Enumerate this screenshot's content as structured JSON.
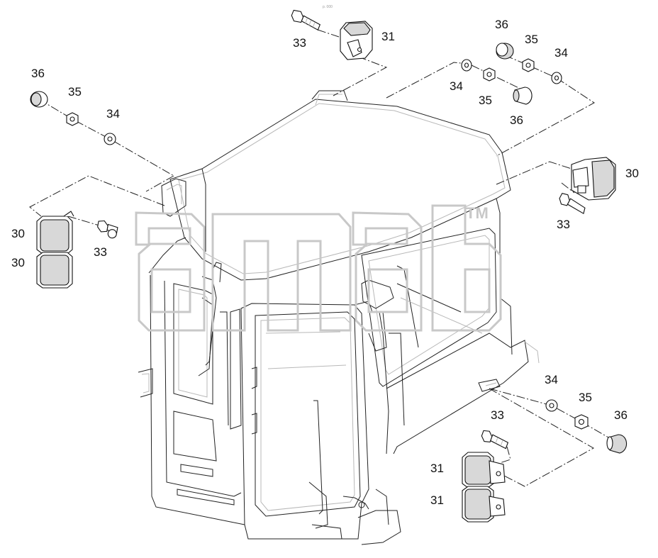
{
  "corner_mark": "p. 000",
  "watermark": {
    "logo_text": "ama",
    "trademark": "TM"
  },
  "labels": {
    "l31_top": "31",
    "l33_top": "33",
    "l36_tr": "36",
    "l35_tr": "35",
    "l34_tr": "34",
    "l34_mid": "34",
    "l35_mid": "35",
    "l36_mid": "36",
    "l36_tl": "36",
    "l35_tl": "35",
    "l34_tl": "34",
    "l30_right": "30",
    "l33_right": "33",
    "l30_left_a": "30",
    "l30_left_b": "30",
    "l33_left": "33",
    "l34_br": "34",
    "l35_br": "35",
    "l36_br": "36",
    "l33_br": "33",
    "l31_br_a": "31",
    "l31_br_b": "31"
  }
}
